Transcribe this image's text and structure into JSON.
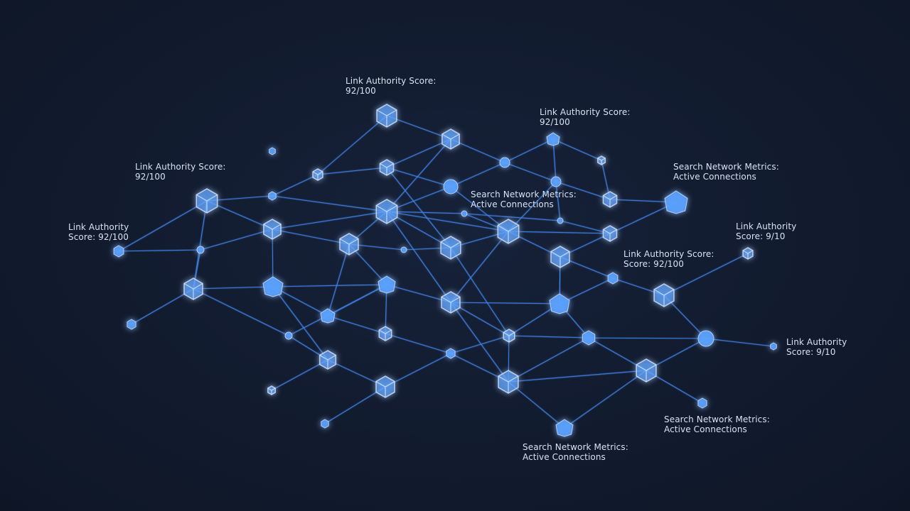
{
  "colors": {
    "background": "#121b2e",
    "edge": "#3f7fe0",
    "node_fill": "#5aa2ff",
    "node_glow": "#3b86ff",
    "node_outline": "#cfe4ff",
    "text": "#d7e3f4"
  },
  "labels": [
    {
      "id": "top-center",
      "lines": [
        "Link Authority Score:",
        "92/100"
      ]
    },
    {
      "id": "top-right",
      "lines": [
        "Link Authority Score:",
        "92/100"
      ]
    },
    {
      "id": "left-upper",
      "lines": [
        "Link Authority Score:",
        "92/100"
      ]
    },
    {
      "id": "left-mid",
      "lines": [
        "Link Authority",
        "Score: 92/100"
      ]
    },
    {
      "id": "center",
      "lines": [
        "Search Network Metrics:",
        "Active Connections"
      ]
    },
    {
      "id": "right-upper",
      "lines": [
        "Search Network Metrics:",
        "Active Connections"
      ]
    },
    {
      "id": "right-mid",
      "lines": [
        "Link Authority",
        "Score: 9/10"
      ]
    },
    {
      "id": "center-right",
      "lines": [
        "Link Authority Score:",
        "Score: 92/100"
      ]
    },
    {
      "id": "far-right",
      "lines": [
        "Link Authority",
        "Score: 9/10"
      ]
    },
    {
      "id": "bottom-right",
      "lines": [
        "Search Network Metrics:",
        "Active Connections"
      ]
    },
    {
      "id": "bottom-center",
      "lines": [
        "Search Network Metrics:",
        "Active Connections"
      ]
    }
  ]
}
